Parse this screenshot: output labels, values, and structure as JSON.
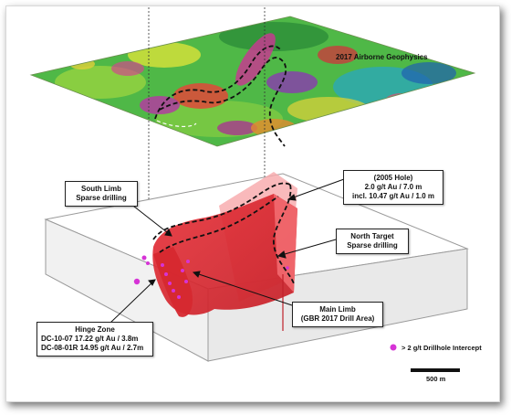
{
  "title": "2017 Airborne Geophysics",
  "callouts": {
    "south_limb": {
      "line1": "South Limb",
      "line2": "Sparse drilling"
    },
    "hole_2005": {
      "line1": "(2005 Hole)",
      "line2": "2.0 g/t Au / 7.0 m",
      "line3": "incl. 10.47 g/t Au / 1.0 m"
    },
    "north_target": {
      "line1": "North Target",
      "line2": "Sparse drilling"
    },
    "main_limb": {
      "line1": "Main Limb",
      "line2": "(GBR 2017 Drill Area)"
    },
    "hinge_zone": {
      "line1": "Hinge Zone",
      "line2": "DC-10-07 17.22 g/t Au / 3.8m",
      "line3": "DC-08-01R 14.95 g/t Au / 2.7m"
    }
  },
  "legend": {
    "label": "> 2 g/t Drillhole Intercept",
    "marker_color": "#d633d6"
  },
  "scale_bar": {
    "label": "500 m"
  },
  "colors": {
    "orebody": "#e8323a",
    "orebody_light": "#f7a7aa",
    "dashed_outline": "#111111",
    "block_edge": "#9a9a9a"
  }
}
